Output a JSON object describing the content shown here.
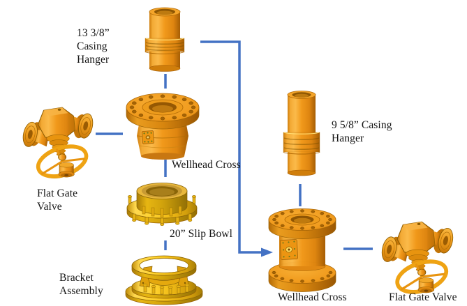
{
  "diagram": {
    "background_color": "#ffffff",
    "connector_color": "#4472C4",
    "component_colors": {
      "orange_body": "#F19A1D",
      "gold_body": "#F5C41F",
      "outline": "#8A5A00"
    },
    "components": [
      {
        "id": "casing-hanger-13",
        "label": "13 3/8”\nCasing\nHanger"
      },
      {
        "id": "flat-gate-valve-left",
        "label": "Flat Gate\nValve"
      },
      {
        "id": "wellhead-cross-center",
        "label": "Wellhead Cross"
      },
      {
        "id": "slip-bowl-20",
        "label": "20” Slip Bowl"
      },
      {
        "id": "bracket-assembly",
        "label": "Bracket\nAssembly"
      },
      {
        "id": "casing-hanger-9",
        "label": "9 5/8” Casing\nHanger"
      },
      {
        "id": "wellhead-cross-bottom",
        "label": "Wellhead Cross"
      },
      {
        "id": "flat-gate-valve-right",
        "label": "Flat Gate Valve"
      }
    ]
  }
}
